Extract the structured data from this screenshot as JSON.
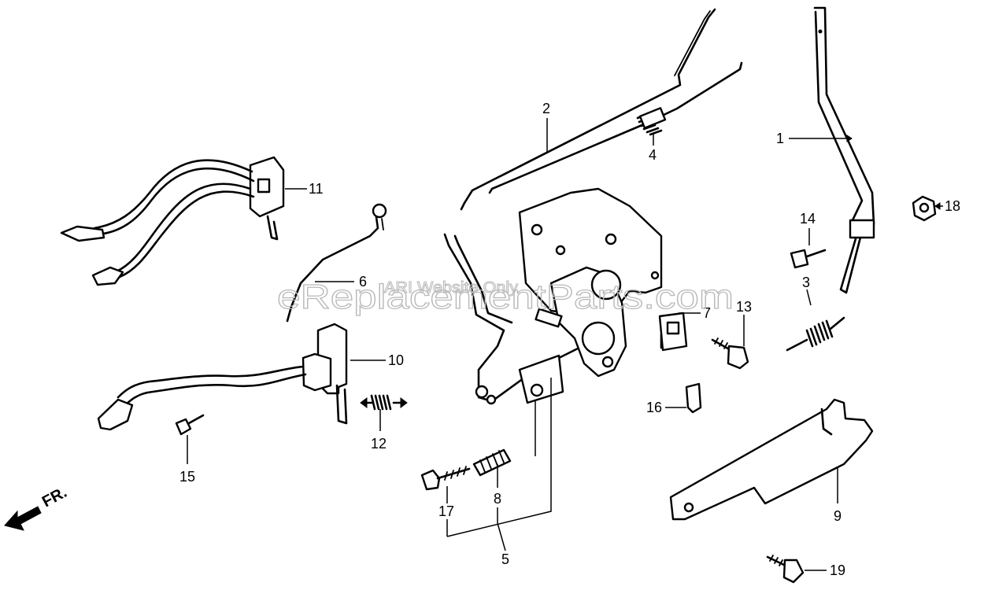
{
  "callouts": {
    "c1": "1",
    "c2": "2",
    "c3": "3",
    "c4": "4",
    "c5": "5",
    "c6": "6",
    "c7": "7",
    "c8": "8",
    "c9": "9",
    "c10": "10",
    "c11": "11",
    "c12": "12",
    "c13": "13",
    "c14": "14",
    "c15": "15",
    "c16": "16",
    "c17": "17",
    "c18": "18",
    "c19": "19"
  },
  "front_indicator": "FR.",
  "watermark": {
    "main": "eReplacementParts.com",
    "secondary": "ARI Website Only"
  }
}
